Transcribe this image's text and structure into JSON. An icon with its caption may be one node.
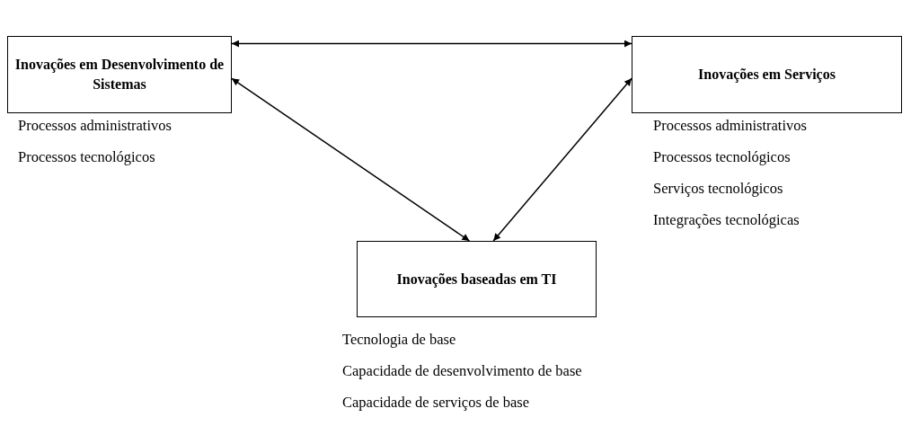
{
  "diagram": {
    "nodes": [
      {
        "text": [
          "Inovações em Desenvolvimento de Sistemas"
        ],
        "beside": [
          "Processos administrativos",
          "Processos tecnológicos"
        ]
      },
      {
        "text": [
          "Inovações em Serviços"
        ],
        "beside": [
          "Processos administrativos",
          "Processos tecnológicos",
          "Serviços tecnológicos",
          "Integrações tecnológicas"
        ]
      },
      {
        "text": [
          "Inovações baseadas em TI"
        ],
        "beside": [
          "Tecnologia de base",
          "Capacidade de desenvolvimento de base",
          "Capacidade de serviços de base"
        ]
      }
    ],
    "edges": [
      {
        "from": 0,
        "to": 1,
        "arrow": "both"
      },
      {
        "from": 0,
        "to": 2,
        "arrow": "both"
      },
      {
        "from": 1,
        "to": 2,
        "arrow": "both"
      }
    ]
  }
}
